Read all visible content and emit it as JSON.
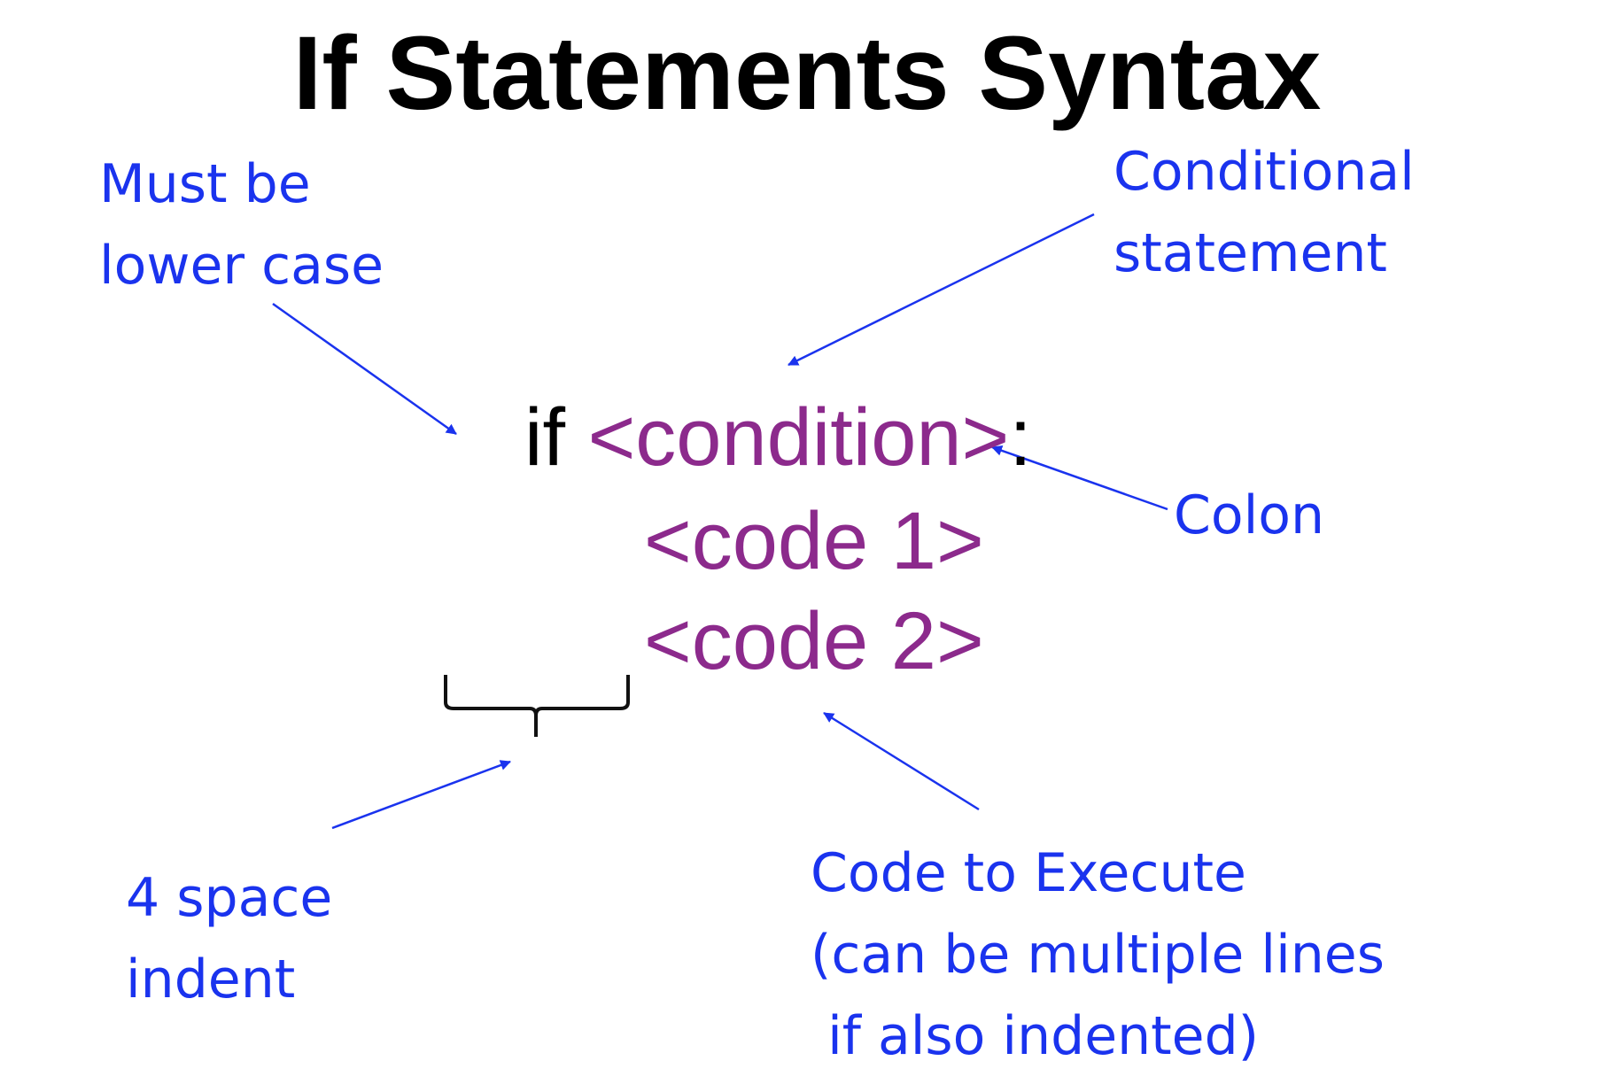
{
  "title": "If Statements Syntax",
  "annotations": {
    "lower_case": [
      "Must be",
      "lower case"
    ],
    "conditional": [
      "Conditional",
      "statement"
    ],
    "colon": [
      "Colon"
    ],
    "indent": [
      "4 space",
      "indent"
    ],
    "code_exec": [
      "Code to Execute",
      "(can be multiple lines",
      " if also indented)"
    ]
  },
  "code": {
    "line1": {
      "keyword": "if ",
      "condition": "<condition>",
      "colon": ":"
    },
    "line2": "<code 1>",
    "line3": "<code 2>"
  },
  "colors": {
    "annotation": "#1a33ee",
    "placeholder": "#8c2a8c",
    "keyword": "#000000",
    "bracket": "#111111"
  }
}
